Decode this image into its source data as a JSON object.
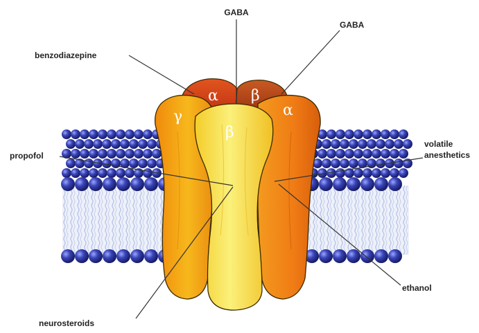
{
  "labels": {
    "gaba_top": "GABA",
    "gaba_right": "GABA",
    "benzodiazepine": "benzodiazepine",
    "propofol": "propofol",
    "volatile_line1": "volatile",
    "volatile_line2": "anesthetics",
    "ethanol": "ethanol",
    "neurosteroids": "neurosteroids"
  },
  "subunits": {
    "alpha_left": "α",
    "beta_top": "β",
    "gamma": "γ",
    "beta_front": "β",
    "alpha_right": "α"
  },
  "colors": {
    "head_beads": "#3a44b8",
    "lipid_tails": "#c9d3ee",
    "subunit_gamma": "#f5b016",
    "subunit_beta_front": "#f7e85a",
    "subunit_alpha_right": "#ef7a14",
    "subunit_cap_alpha": "#d8401a",
    "subunit_cap_beta": "#b8461a",
    "outline": "#3a2a00"
  }
}
